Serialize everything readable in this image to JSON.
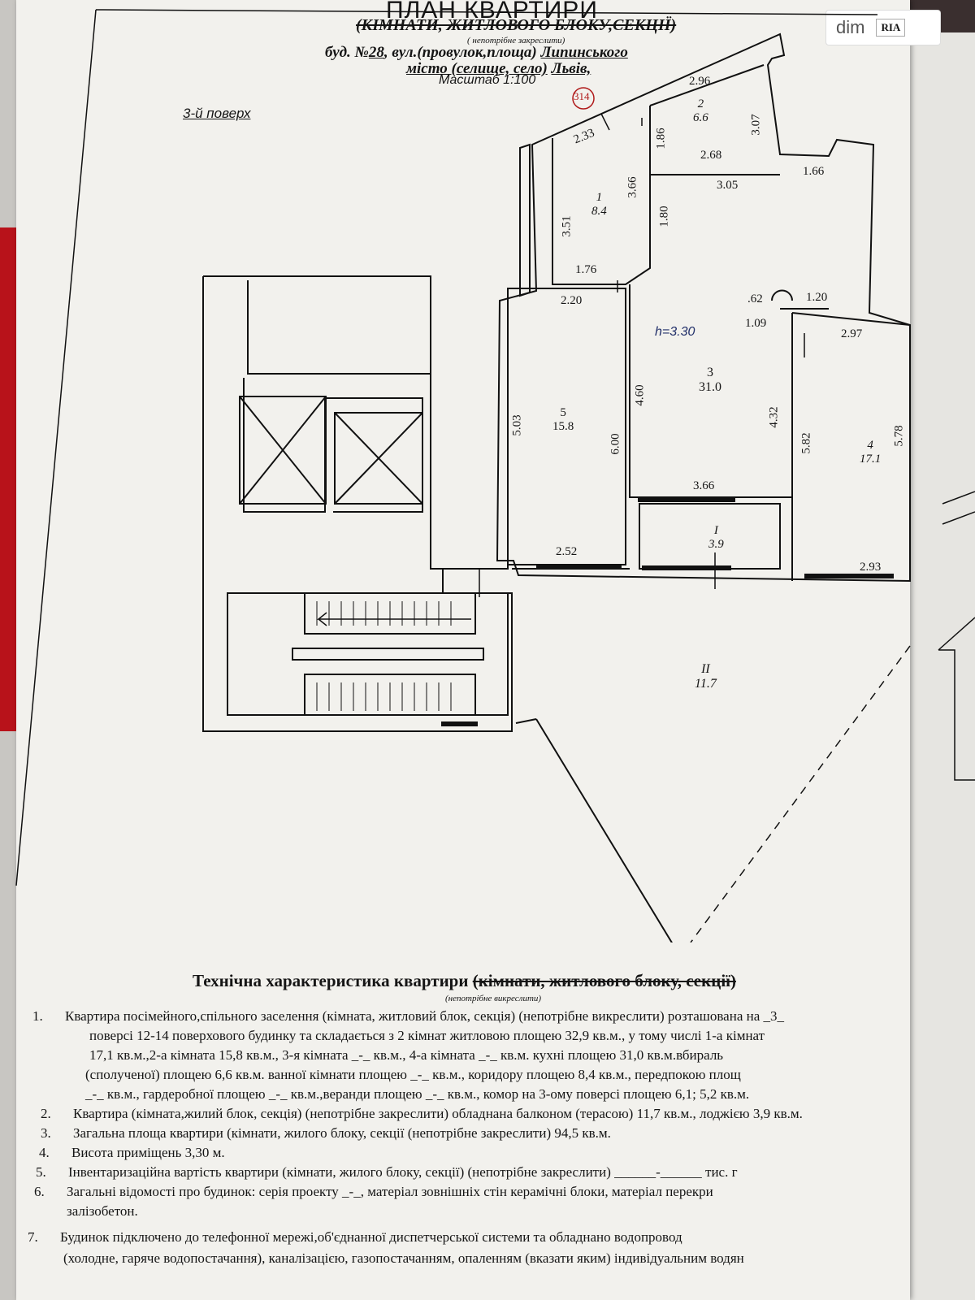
{
  "header": {
    "title": "ПЛАН КВАРТИРИ",
    "subtitle_struck": "(КІМНАТИ, ЖИТЛОВОГО БЛОКУ,СЕКЦІЇ)",
    "note": "( непотрібне закреслити)",
    "address_line1_pre": "буд. №",
    "building_no": "28",
    "address_line1_mid": ", вул.(провулок,площа)",
    "street": "Липинського",
    "address_line2_pre": "місто (селище, село)",
    "city": "Львів,",
    "scale": "Масштаб 1:100",
    "floor": "3-й поверх",
    "apt_no": "314"
  },
  "logo": {
    "dim": "dim",
    "ria": "RIA"
  },
  "rooms": [
    {
      "num": "1",
      "area": "8.4"
    },
    {
      "num": "2",
      "area": "6.6"
    },
    {
      "num": "3",
      "area": "31.0"
    },
    {
      "num": "4",
      "area": "17.1"
    },
    {
      "num": "5",
      "area": "15.8"
    },
    {
      "num": "I",
      "area": "3.9"
    },
    {
      "num": "II",
      "area": "11.7"
    }
  ],
  "height_label": "h=3.30",
  "dims": [
    "2.96",
    "3.07",
    "1.86",
    "2.68",
    "2.33",
    "3.66",
    "3.51",
    "1.80",
    "3.05",
    "1.66",
    "1.76",
    "2.20",
    ".62",
    "1.20",
    "1.09",
    "2.97",
    "5.03",
    "4.60",
    "4.32",
    "5.82",
    "5.78",
    "6.00",
    "3.66",
    "2.52",
    "2.93"
  ],
  "specs": {
    "heading": "Технічна характеристика квартири",
    "heading_struck": "(кімнати, житлового блоку, секції)",
    "heading_note": "(непотрібне викреслити)",
    "lines": [
      {
        "n": "1.",
        "text": "Квартира посімейного,спільного заселення (кімната, житловий блок, секція) (непотрібне викреслити) розташована на _3_"
      },
      {
        "n": "",
        "text": "поверсі 12-14 поверхового будинку та складається з 2 кімнат житловою площею 32,9 кв.м., у тому числі 1-а кімнат"
      },
      {
        "n": "",
        "text": "17,1 кв.м.,2-а кімната 15,8 кв.м., 3-я кімната _-_ кв.м., 4-а кімната _-_ кв.м. кухні площею 31,0 кв.м.вбираль"
      },
      {
        "n": "",
        "text": "(сполученої) площею 6,6 кв.м. ванної кімнати площею _-_ кв.м., коридору площею 8,4 кв.м., передпокою площ"
      },
      {
        "n": "",
        "text": "_-_ кв.м., гардеробної площею _-_ кв.м.,веранди площею _-_ кв.м., комор на 3-ому поверсі площею 6,1; 5,2 кв.м."
      },
      {
        "n": "2.",
        "text": "Квартира (кімната,жилий блок, секція) (непотрібне закреслити) обладнана балконом (терасою) 11,7 кв.м., лоджією 3,9 кв.м."
      },
      {
        "n": "3.",
        "text": "Загальна площа квартири (кімнати, жилого блоку, секції (непотрібне закреслити) 94,5 кв.м."
      },
      {
        "n": "4.",
        "text": "Висота приміщень 3,30 м."
      },
      {
        "n": "5.",
        "text": "Інвентаризаційна вартість квартири (кімнати, жилого блоку, секції) (непотрібне закреслити) ______-______ тис. г"
      },
      {
        "n": "6.",
        "text": "Загальні відомості про будинок: серія проекту _-_, матеріал зовнішніх стін керамічні блоки, матеріал перекри"
      },
      {
        "n": "",
        "text": "залізобетон."
      },
      {
        "n": "7.",
        "text": "Будинок підключено до телефонної мережі,об'єднанної диспетчерської системи та обладнано водопровод"
      },
      {
        "n": "",
        "text": "(холодне, гаряче водопостачання), каналізацією, газопостачанням, опаленням (вказати яким) індивідуальним водян"
      }
    ]
  }
}
